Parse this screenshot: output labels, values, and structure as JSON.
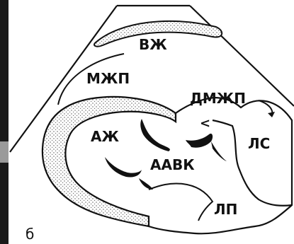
{
  "figure": {
    "panel_label": "б",
    "labels": {
      "vzh": "ВЖ",
      "mzhp": "МЖП",
      "dmzhp": "ДМЖП",
      "azh": "АЖ",
      "aavk": "ААВК",
      "ls": "ЛС",
      "lp": "ЛП",
      "arrow_mark": "<"
    },
    "colors": {
      "ink": "#111111",
      "background": "#ffffff",
      "stipple": "#555555"
    }
  }
}
